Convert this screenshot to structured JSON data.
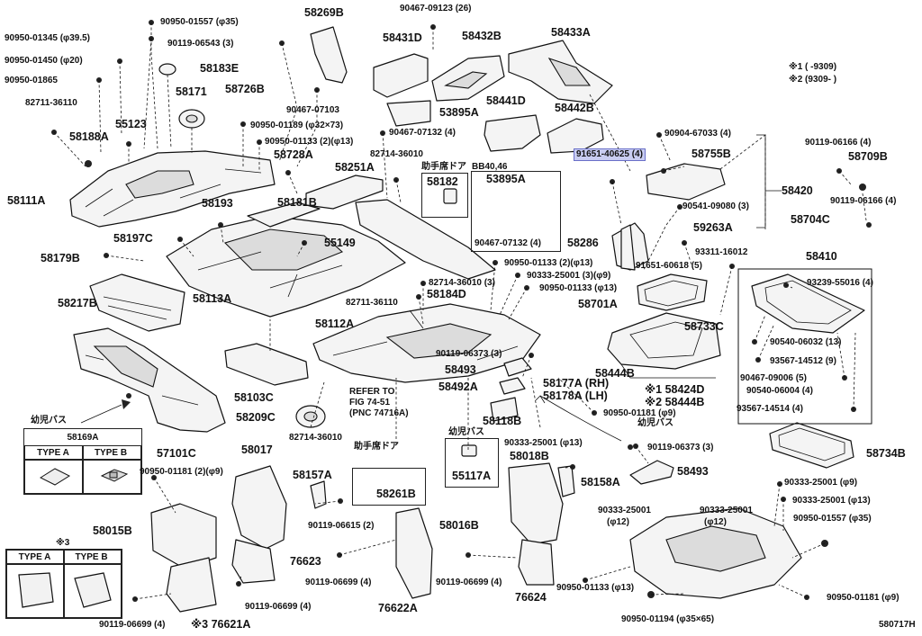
{
  "diagram_id": "580717H",
  "legend": {
    "note1": "※1 (       -9309)",
    "note2": "※2 (9309-        )"
  },
  "highlighted_part": "91651-40625 (4)",
  "labels": {
    "p90950_01557": "90950-01557 (φ35)",
    "p58269B": "58269B",
    "p90467_09123": "90467-09123 (26)",
    "p58431D": "58431D",
    "p58432B": "58432B",
    "p58433A": "58433A",
    "p90950_01345": "90950-01345 (φ39.5)",
    "p90119_06543": "90119-06543 (3)",
    "p90950_01450": "90950-01450 (φ20)",
    "p58183E": "58183E",
    "p90950_01865": "90950-01865",
    "p58171": "58171",
    "p58726B": "58726B",
    "p90467_07103": "90467-07103",
    "p53895A_top": "53895A",
    "p58441D": "58441D",
    "p58442B": "58442B",
    "p82711_36110_top": "82711-36110",
    "p55123": "55123",
    "p90950_01189": "90950-01189 (φ32×73)",
    "p90467_07132_top": "90467-07132 (4)",
    "p90904_67033": "90904-67033 (4)",
    "p58188A": "58188A",
    "p90950_01133_top": "90950-01133 (2)(φ13)",
    "p58728A": "58728A",
    "p82714_36010_top": "82714-36010",
    "p58755B": "58755B",
    "p90119_06166_top": "90119-06166 (4)",
    "p58709B": "58709B",
    "p58251A": "58251A",
    "p_jyoshu_door_top": "助手席ドア",
    "p_bb": "BB40,46",
    "p58182": "58182",
    "p53895A_box": "53895A",
    "p58111A": "58111A",
    "p58193": "58193",
    "p58181B": "58181B",
    "p90541_09080": "90541-09080 (3)",
    "p58420": "58420",
    "p90119_06166_right": "90119-06166 (4)",
    "p58704C": "58704C",
    "p58197C": "58197C",
    "p55149": "55149",
    "p90467_07132_box": "90467-07132 (4)",
    "p58286": "58286",
    "p59263A": "59263A",
    "p93311_16012": "93311-16012",
    "p58410": "58410",
    "p58179B": "58179B",
    "p90950_01133_mid": "90950-01133 (2)(φ13)",
    "p91651_60618": "91651-60618 (5)",
    "p90333_25001_a": "90333-25001 (3)(φ9)",
    "p93239_55016": "93239-55016 (4)",
    "p82714_36010_mid": "82714-36010 (3)",
    "p90950_01133_b": "90950-01133 (φ13)",
    "p58217B": "58217B",
    "p58113A": "58113A",
    "p58184D": "58184D",
    "p82711_36110_mid": "82711-36110",
    "p58701A": "58701A",
    "p58733C": "58733C",
    "p90540_06032": "90540-06032 (13)",
    "p58112A": "58112A",
    "p93567_14512": "93567-14512 (9)",
    "p90119_06373_a": "90119-06373 (3)",
    "p58444B_a": "58444B",
    "p90467_09006": "90467-09006 (5)",
    "p58493_a": "58493",
    "p58177A": "58177A (RH)",
    "p58424D": "※1 58424D",
    "p90540_06004": "90540-06004 (4)",
    "p58103C": "58103C",
    "p58492A": "58492A",
    "p58178A": "58178A (LH)",
    "p58444B_b": "※2 58444B",
    "p93567_14514": "93567-14514 (4)",
    "p_refer1": "REFER TO",
    "p_refer2": "FIG 74-51",
    "p_refer3": "(PNC 74716A)",
    "p58209C": "58209C",
    "p58118B": "58118B",
    "p90950_01181_mid": "90950-01181 (φ9)",
    "p_youji_bus_left": "幼児バス",
    "p_youji_bus_right": "幼児バス",
    "p58169A": "58169A",
    "p_typeA1": "TYPE A",
    "p_typeB1": "TYPE B",
    "p57101C": "57101C",
    "p82714_36010_low": "82714-36010",
    "p_jyoshu_door_low": "助手席ドア",
    "p_youji_bus_mid": "幼児バス",
    "p90333_25001_low": "90333-25001 (φ13)",
    "p90119_06373_b": "90119-06373 (3)",
    "p58734B": "58734B",
    "p58017": "58017",
    "p58018B": "58018B",
    "p58493_b": "58493",
    "p90950_01181_2": "90950-01181 (2)(φ9)",
    "p58157A": "58157A",
    "p55117A": "55117A",
    "p58158A": "58158A",
    "p90333_25001_r1": "90333-25001 (φ9)",
    "p58261B": "58261B",
    "p90333_25001_r2": "90333-25001 (φ13)",
    "p90333_25001_c1": "90333-25001",
    "p90333_25001_c1b": "(φ12)",
    "p90333_25001_c2": "90333-25001",
    "p90333_25001_c2b": "(φ12)",
    "p58015B": "58015B",
    "p90119_06615": "90119-06615 (2)",
    "p58016B": "58016B",
    "p90950_01557_r": "90950-01557 (φ35)",
    "p_note3": "※3",
    "p_typeA2": "TYPE A",
    "p_typeB2": "TYPE B",
    "p76623": "76623",
    "p90119_06699_a": "90119-06699 (4)",
    "p90119_06699_b": "90119-06699 (4)",
    "p76624": "76624",
    "p90950_01133_low": "90950-01133 (φ13)",
    "p90119_06699_c": "90119-06699 (4)",
    "p76622A": "76622A",
    "p90119_06699_d": "90119-06699 (4)",
    "p76621A": "※3 76621A",
    "p90950_01181_low": "90950-01181 (φ9)",
    "p90950_01194": "90950-01194 (φ35×65)"
  }
}
